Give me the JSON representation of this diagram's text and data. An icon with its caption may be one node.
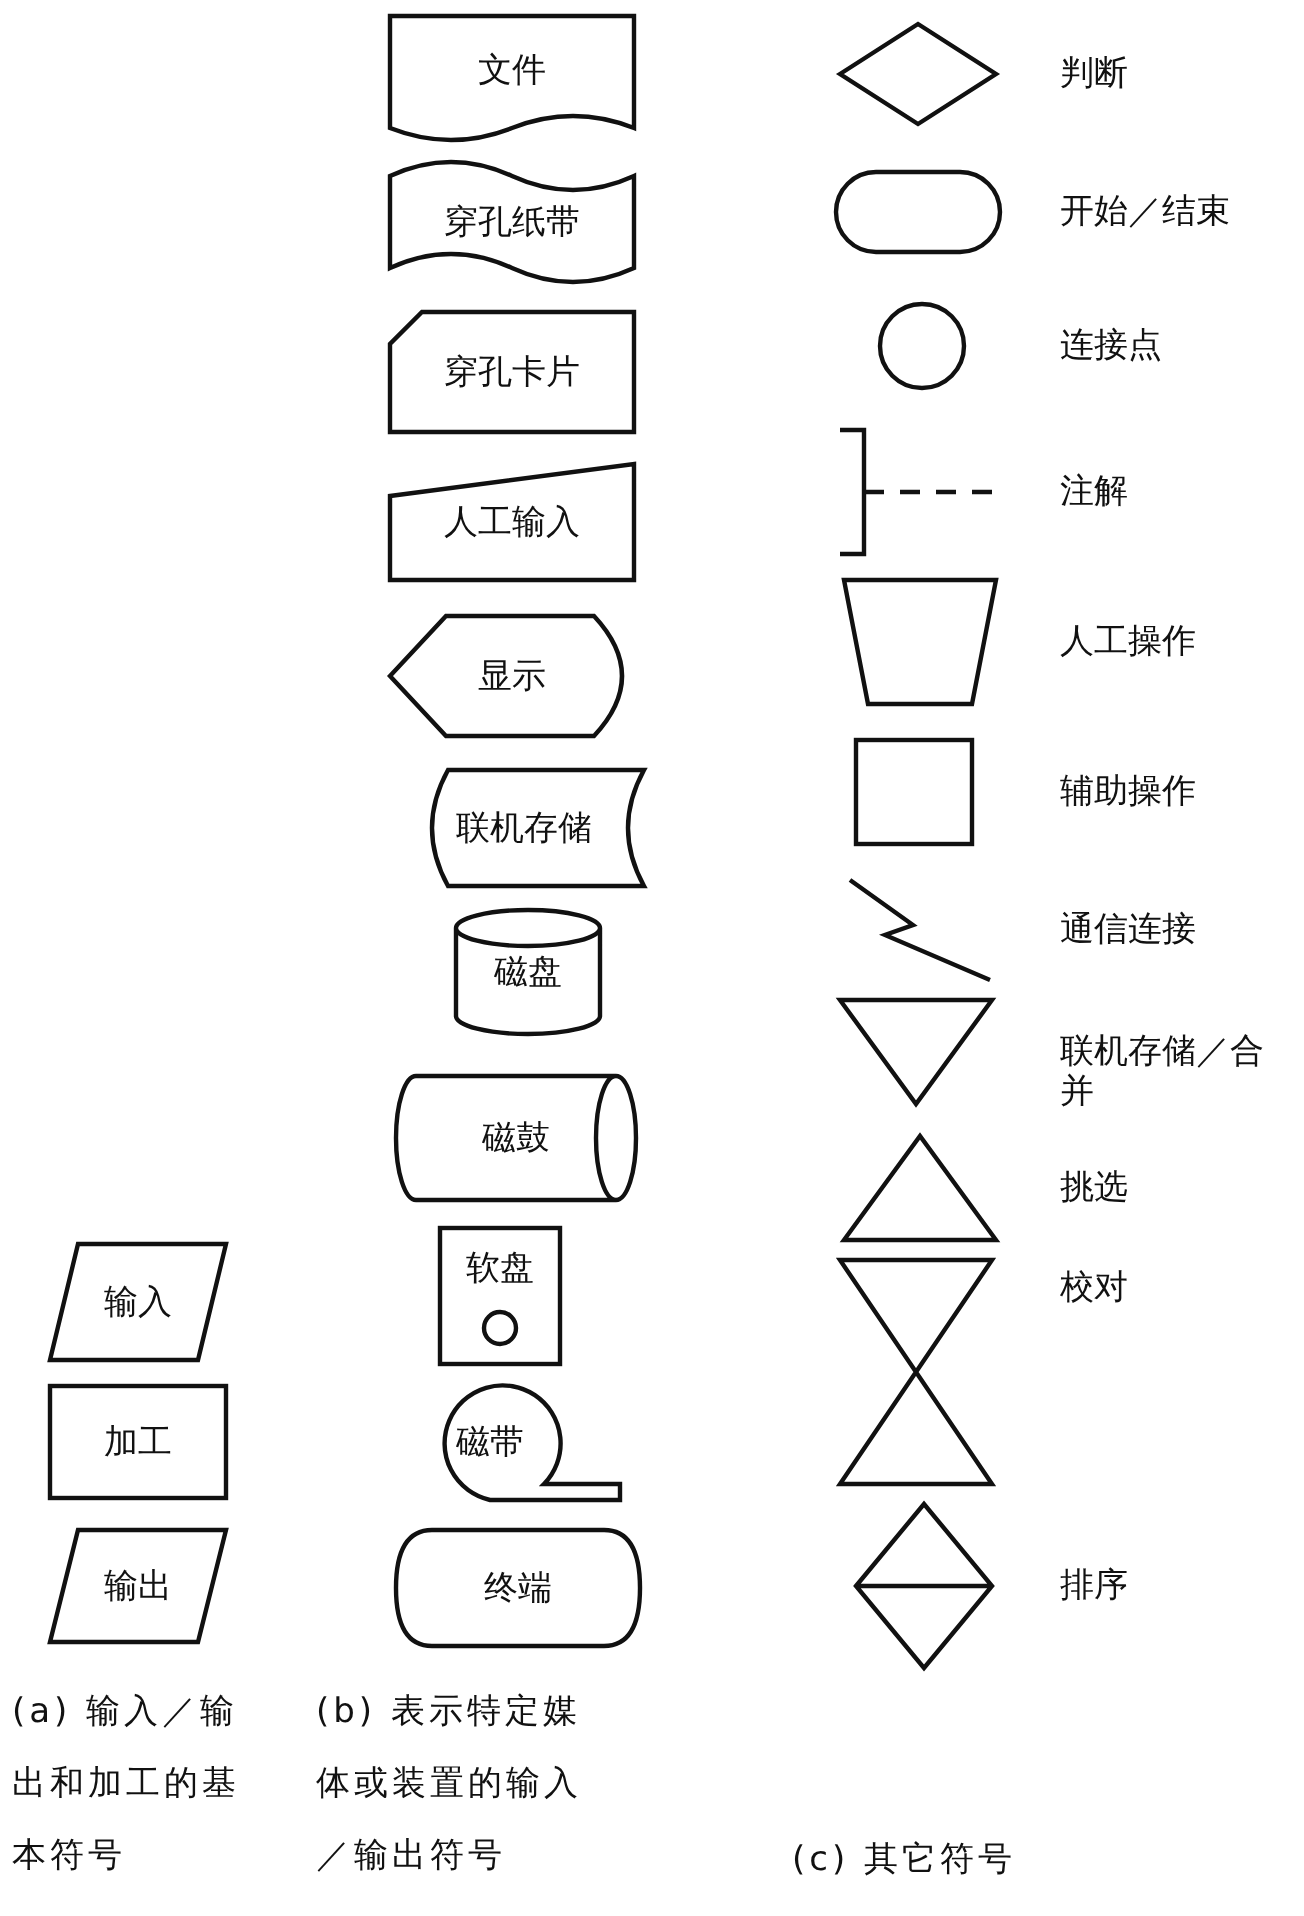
{
  "diagram": {
    "nodes": [
      {
        "text": [
          "输入"
        ]
      },
      {
        "text": [
          "加工"
        ]
      },
      {
        "text": [
          "输出"
        ]
      },
      {
        "text": [
          "文件"
        ]
      },
      {
        "text": [
          "穿孔纸带"
        ]
      },
      {
        "text": [
          "穿孔卡片"
        ]
      },
      {
        "text": [
          "人工输入"
        ]
      },
      {
        "text": [
          "显示"
        ]
      },
      {
        "text": [
          "联机存储"
        ]
      },
      {
        "text": [
          "磁盘"
        ]
      },
      {
        "text": [
          "磁鼓"
        ]
      },
      {
        "text": [
          "软盘"
        ]
      },
      {
        "text": [
          "磁带"
        ]
      },
      {
        "text": [
          "终端"
        ]
      },
      {
        "text": [],
        "shape": "diamond",
        "beside": [
          "判断"
        ]
      },
      {
        "text": [],
        "shape": "oval",
        "beside": [
          "开始／结束"
        ]
      },
      {
        "text": [],
        "shape": "circle",
        "beside": [
          "连接点"
        ]
      },
      {
        "text": [],
        "shape": "bracket",
        "beside": [
          "注解"
        ]
      },
      {
        "text": [],
        "shape": "trapezoid",
        "beside": [
          "人工操作"
        ]
      },
      {
        "text": [],
        "shape": "box",
        "beside": [
          "辅助操作"
        ]
      },
      {
        "text": [],
        "shape": "zigzag",
        "beside": [
          "通信连接"
        ]
      },
      {
        "text": [],
        "shape": "triangle",
        "beside": [
          "联机存储／合并"
        ]
      },
      {
        "text": [],
        "shape": "triangle-up",
        "beside": [
          "挑选"
        ]
      },
      {
        "text": [],
        "shape": "hourglass",
        "beside": [
          "校对"
        ]
      },
      {
        "text": [],
        "shape": "split-diamond",
        "beside": [
          "排序"
        ]
      }
    ],
    "labels": [
      "(a) 输入／输出和加工的基本符号",
      "(b) 表示特定媒体或装置的输入／输出符号",
      "(c) 其它符号"
    ]
  }
}
